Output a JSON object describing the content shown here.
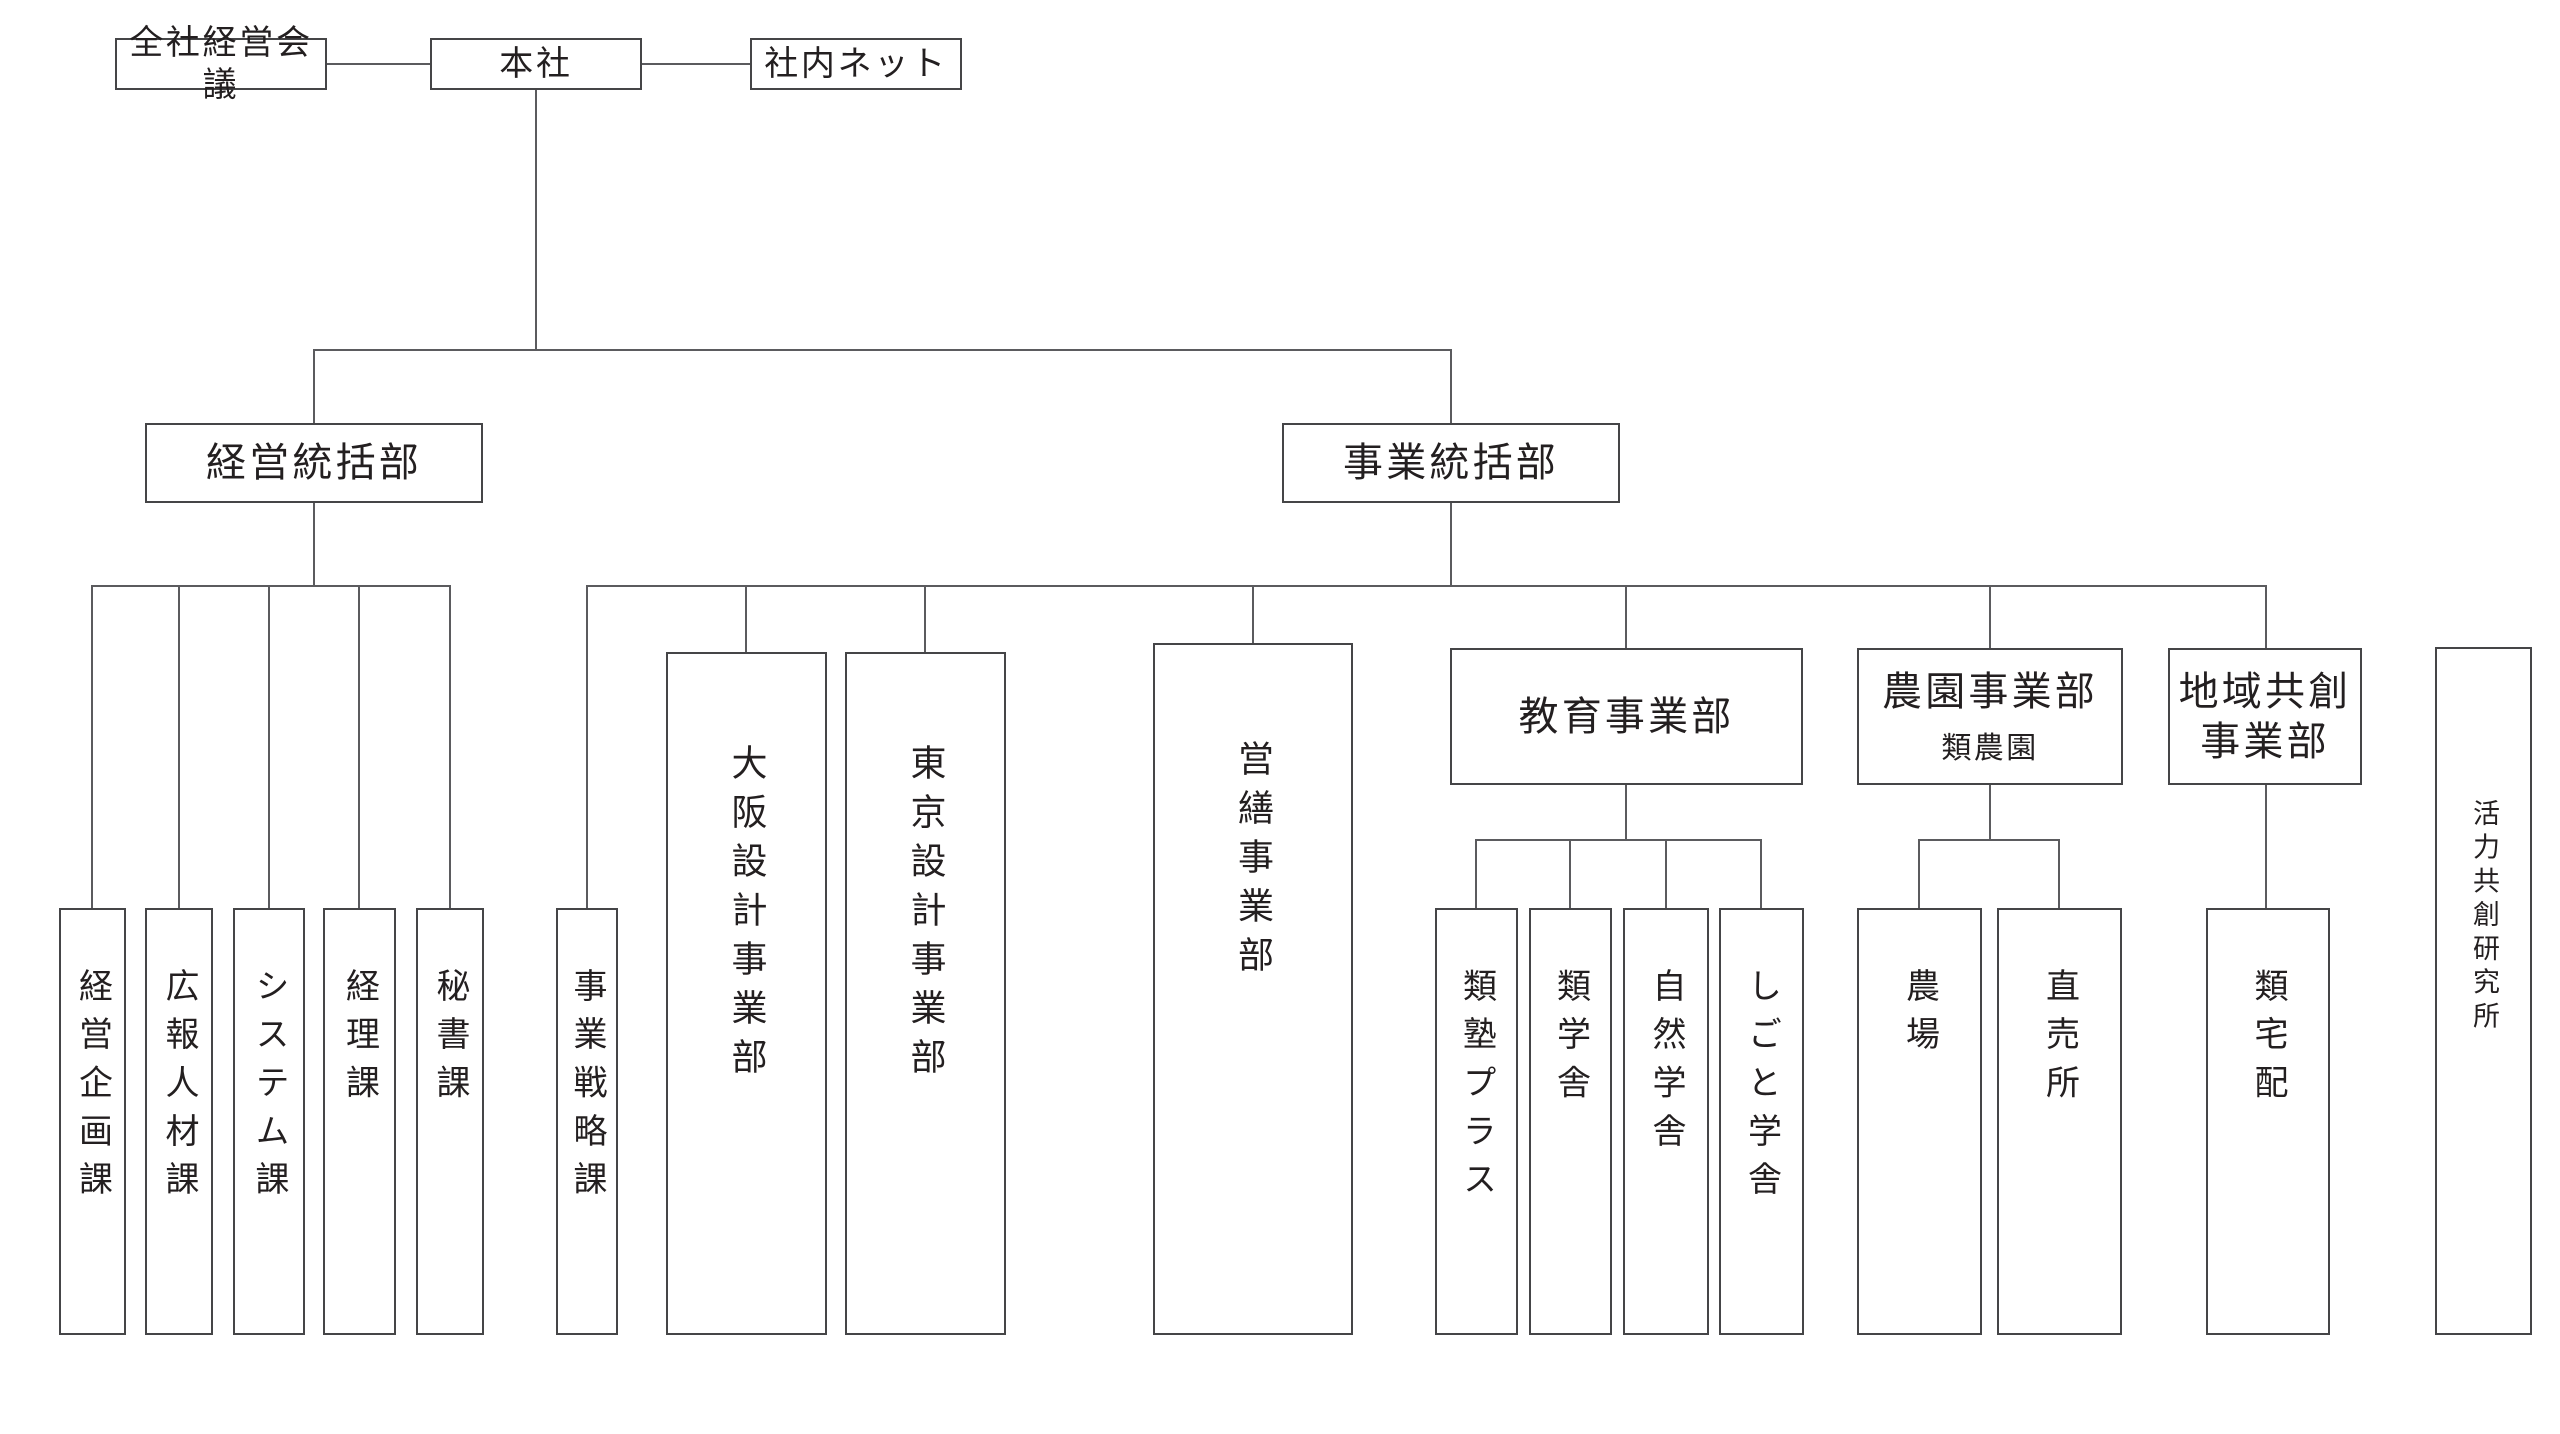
{
  "diagram_type": "organization-chart",
  "colors": {
    "background": "#ffffff",
    "box_border": "#454547",
    "connector": "#5b5b5e",
    "text": "#231f20"
  },
  "nodes": {
    "zensha_keiei_kaigi": {
      "label": "全社経営会議"
    },
    "honsha": {
      "label": "本社"
    },
    "shanai_net": {
      "label": "社内ネット"
    },
    "keiei_tokatsubu": {
      "label": "経営統括部"
    },
    "jigyo_tokatsubu": {
      "label": "事業統括部"
    },
    "keiei_kikaku_ka": {
      "label": "経営企画課"
    },
    "koho_jinzai_ka": {
      "label": "広報人材課"
    },
    "system_ka": {
      "label": "システム課"
    },
    "keiri_ka": {
      "label": "経理課"
    },
    "hisho_ka": {
      "label": "秘書課"
    },
    "jigyo_senryaku_ka": {
      "label": "事業戦略課"
    },
    "osaka_sekkei_jigyobu": {
      "label": "大阪設計事業部"
    },
    "tokyo_sekkei_jigyobu": {
      "label": "東京設計事業部"
    },
    "eizen_jigyobu": {
      "label": "営繕事業部"
    },
    "kyoiku_jigyobu": {
      "label": "教育事業部"
    },
    "ruijuku_plus": {
      "label": "類塾プラス"
    },
    "rui_gakusha": {
      "label": "類学舎"
    },
    "shizen_gakusha": {
      "label": "自然学舎"
    },
    "shigoto_gakusha": {
      "label": "しごと学舎"
    },
    "nouen_jigyobu": {
      "label": "農園事業部",
      "sublabel": "類農園"
    },
    "nojo": {
      "label": "農場"
    },
    "chokubaisho": {
      "label": "直売所"
    },
    "chiiki_kyoso_jigyobu": {
      "label": "地域共創\n事業部"
    },
    "rui_takuhai": {
      "label": "類宅配"
    },
    "katsuryoku_kyoso_kenkyujo": {
      "label": "活力共創研究所"
    }
  },
  "hierarchy": {
    "本社": {
      "linked_same_level": [
        "全社経営会議",
        "社内ネット"
      ],
      "children": {
        "経営統括部": [
          "経営企画課",
          "広報人材課",
          "システム課",
          "経理課",
          "秘書課"
        ],
        "事業統括部": {
          "children": [
            "事業戦略課",
            "大阪設計事業部",
            "東京設計事業部",
            "営繕事業部",
            "教育事業部",
            "農園事業部（類農園）",
            "地域共創事業部"
          ],
          "教育事業部": [
            "類塾プラス",
            "類学舎",
            "自然学舎",
            "しごと学舎"
          ],
          "農園事業部（類農園）": [
            "農場",
            "直売所"
          ],
          "地域共創事業部": [
            "類宅配"
          ]
        }
      }
    },
    "standalone": [
      "活力共創研究所"
    ]
  }
}
